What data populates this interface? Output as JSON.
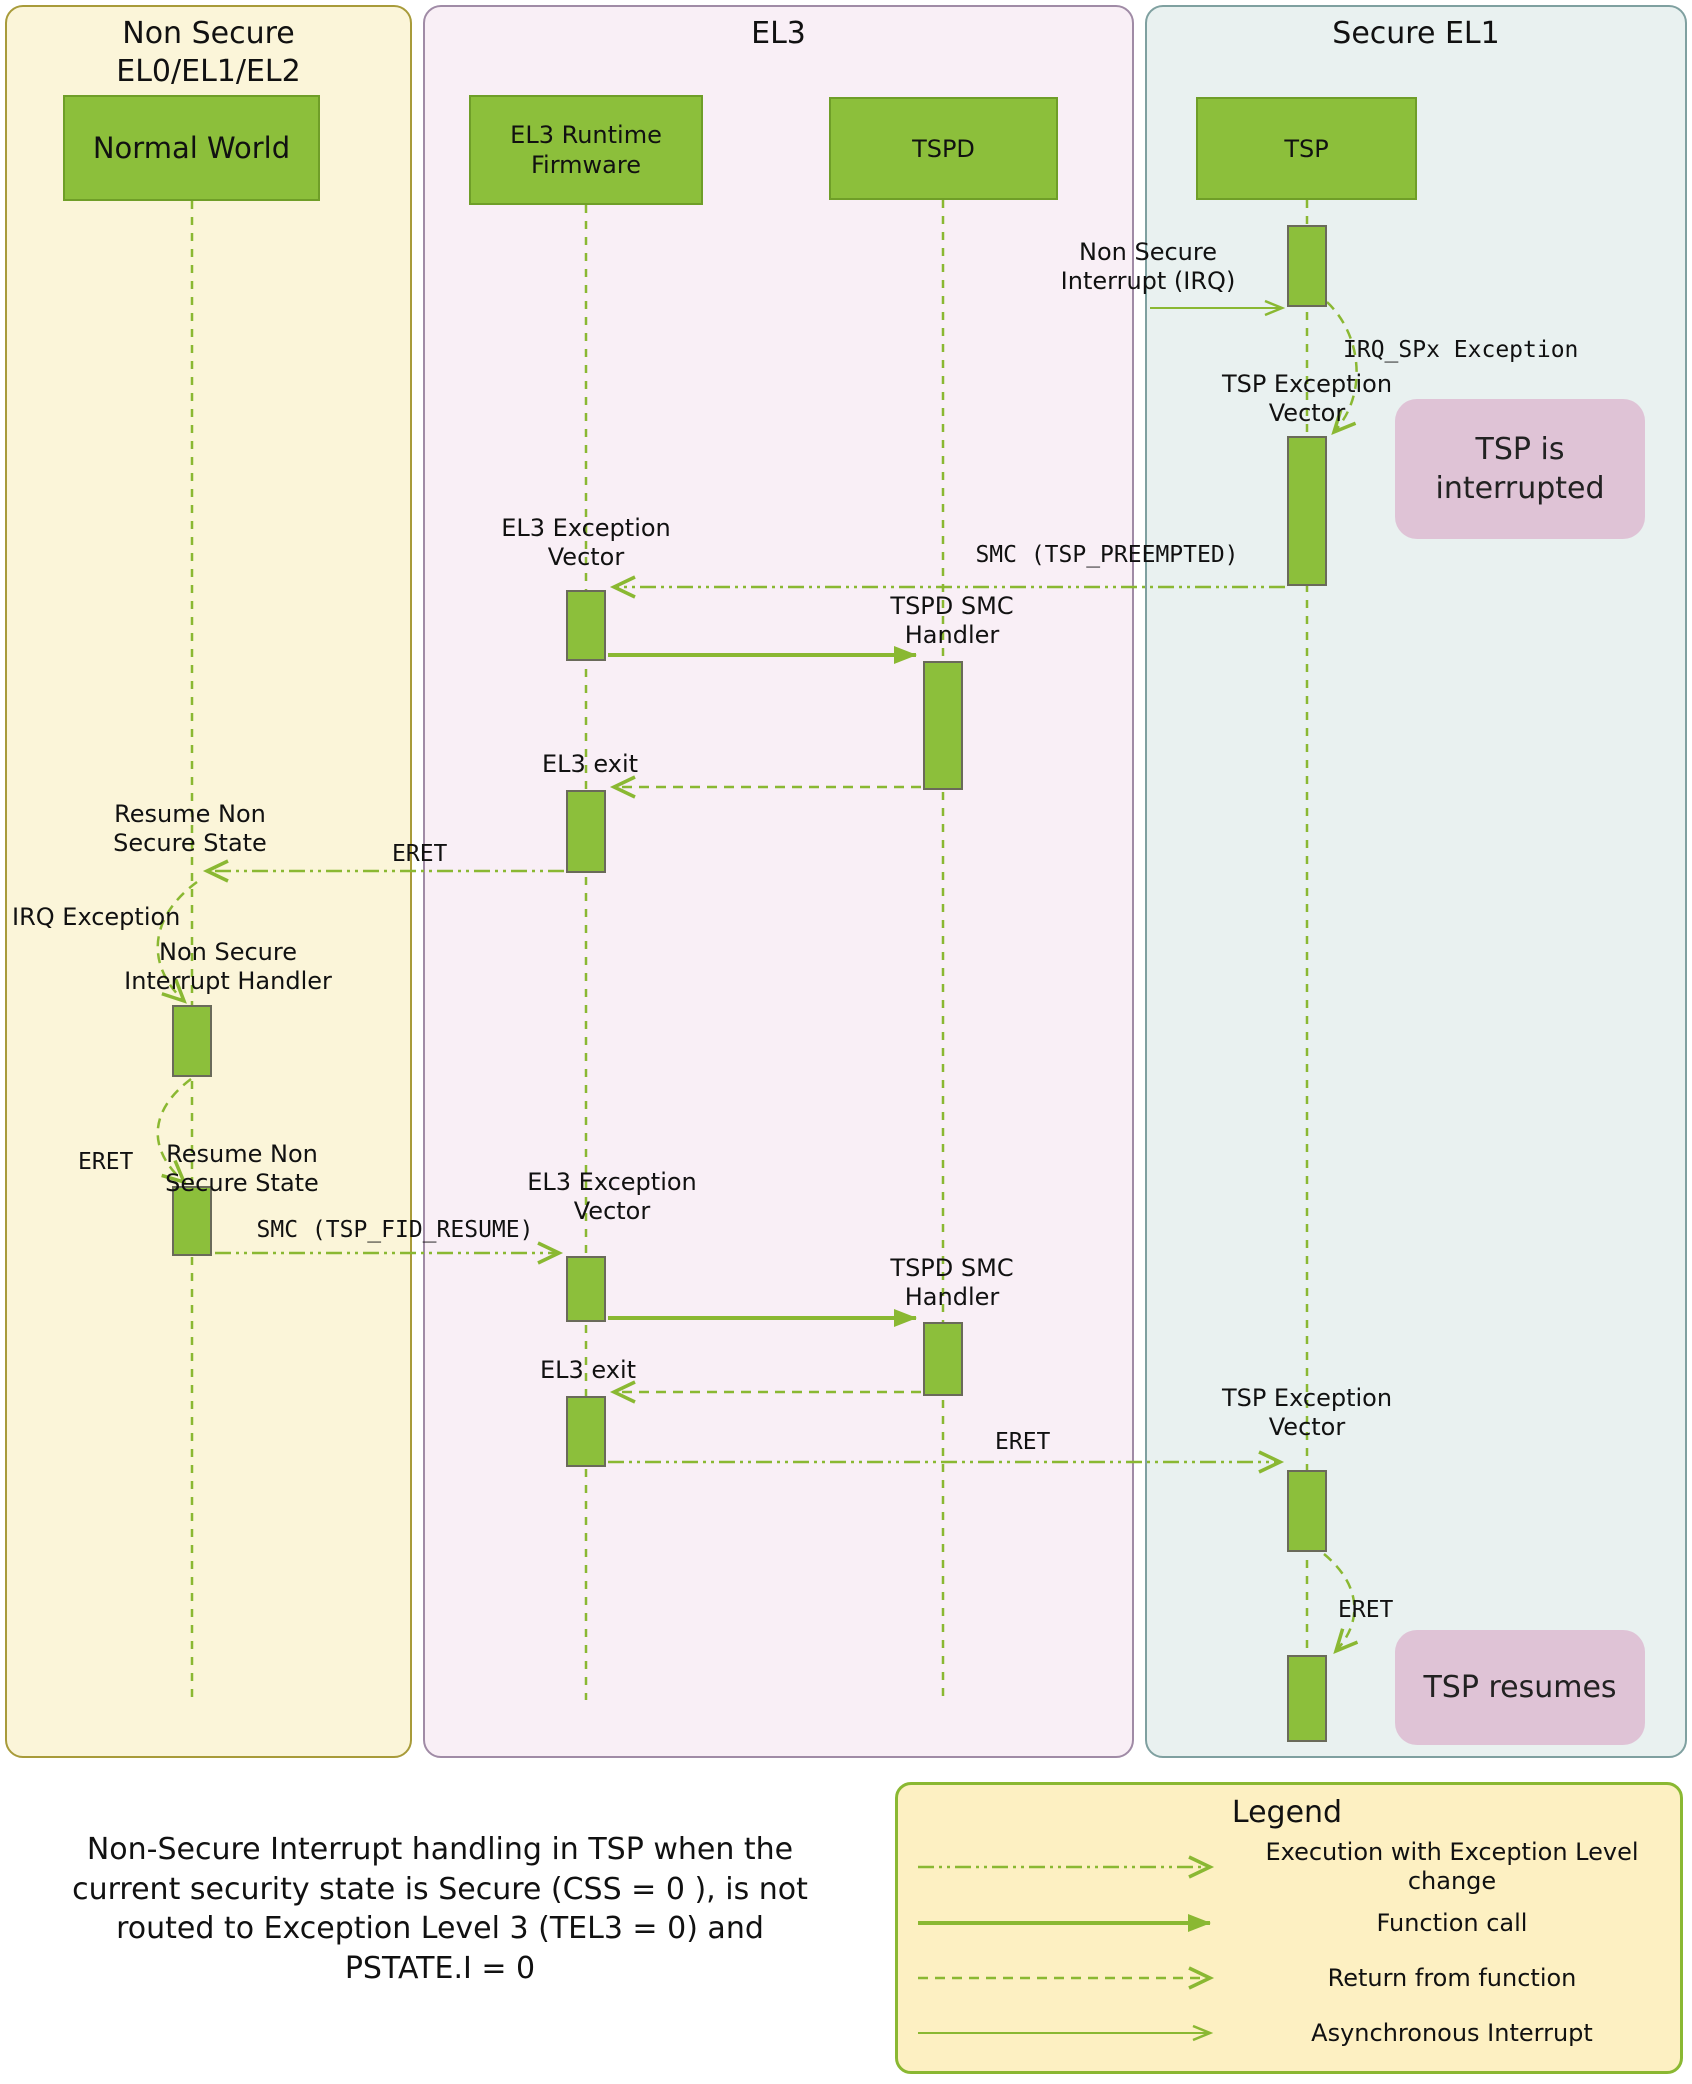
{
  "lanes": {
    "ns": "Non Secure\nEL0/EL1/EL2",
    "el3": "EL3",
    "sel1": "Secure EL1"
  },
  "actors": {
    "normal_world": "Normal World",
    "el3rf": "EL3 Runtime\nFirmware",
    "tspd": "TSPD",
    "tsp": "TSP"
  },
  "msgs": {
    "ns_irq": "Non Secure\nInterrupt (IRQ)",
    "irq_spx": "IRQ_SPx Exception",
    "tsp_ev_1": "TSP Exception\nVector",
    "smc_preempted": "SMC (TSP_PREEMPTED)",
    "el3_ev_1": "EL3 Exception\nVector",
    "tspd_smc_1": "TSPD SMC\nHandler",
    "el3_exit_1": "EL3 exit",
    "eret_1": "ERET",
    "resume_ns_1": "Resume Non\nSecure State",
    "irq_exc": "IRQ Exception",
    "ns_int_handler": "Non Secure\nInterrupt Handler",
    "eret_2": "ERET",
    "resume_ns_2": "Resume Non\nSecure State",
    "smc_resume": "SMC (TSP_FID_RESUME)",
    "el3_ev_2": "EL3 Exception\nVector",
    "tspd_smc_2": "TSPD SMC\nHandler",
    "el3_exit_2": "EL3 exit",
    "eret_3": "ERET",
    "tsp_ev_2": "TSP Exception\nVector",
    "eret_4": "ERET"
  },
  "notes": {
    "interrupted": "TSP is\ninterrupted",
    "resumes": "TSP resumes"
  },
  "caption": "Non-Secure Interrupt handling in TSP when the\ncurrent security state is Secure (CSS = 0 ), is not\nrouted to Exception Level 3 (TEL3 = 0) and\nPSTATE.I = 0",
  "legend": {
    "title": "Legend",
    "items": [
      {
        "style": "exec-change",
        "label": "Execution with Exception Level\nchange"
      },
      {
        "style": "function-call",
        "label": "Function call"
      },
      {
        "style": "return",
        "label": "Return from function"
      },
      {
        "style": "async-interrupt",
        "label": "Asynchronous Interrupt"
      }
    ]
  },
  "colors": {
    "green": "#8ab832",
    "green_fill": "#8cbf3b",
    "lane_ns_fill": "#fbf5d9",
    "lane_el3_fill": "#f9eff6",
    "lane_sel1_fill": "#e9f1f0",
    "note_fill": "#dfc3d6",
    "legend_fill": "#fdf0c2"
  }
}
